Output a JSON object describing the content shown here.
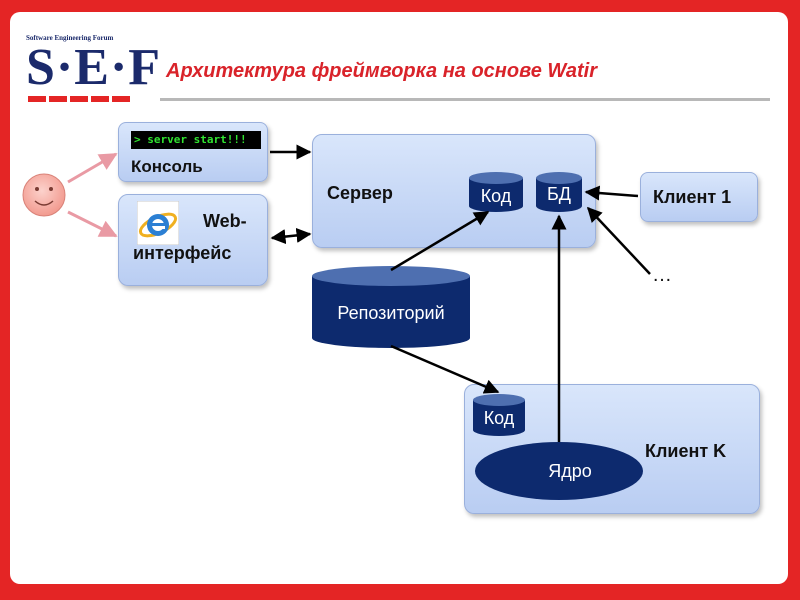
{
  "logo": {
    "caption": "Software Engineering Forum",
    "text": "S·E·F"
  },
  "slide": {
    "title": "Архитектура фреймворка на основе Watir"
  },
  "console": {
    "screen_text": "> server start!!!",
    "label": "Консоль"
  },
  "web": {
    "label_line1": "Web-",
    "label_line2": "интерфейс"
  },
  "server": {
    "label": "Сервер",
    "code": "Код",
    "db": "БД"
  },
  "client1": {
    "label": "Клиент 1"
  },
  "ellipsis": "…",
  "repository": {
    "label": "Репозиторий"
  },
  "clientK": {
    "label": "Клиент K",
    "code": "Код",
    "core": "Ядро"
  },
  "colors": {
    "frame": "#e42525",
    "title": "#d9232a",
    "box_fill": "#c9daf7",
    "cylinder": "#0d2a6e",
    "face": "#f8b1a8",
    "arrow_user": "#e99aa4"
  }
}
